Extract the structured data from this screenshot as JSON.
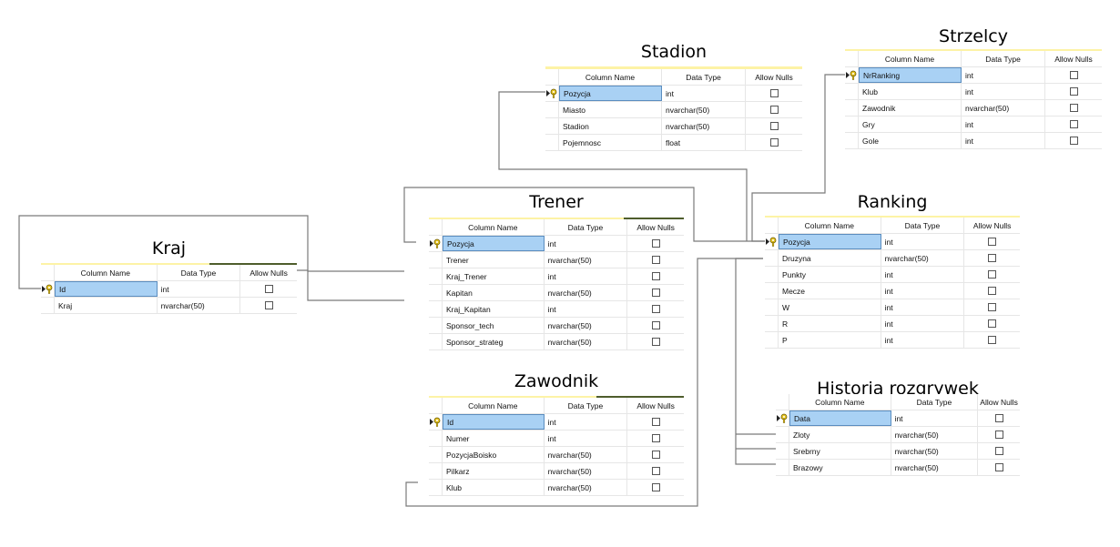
{
  "headers": {
    "column_name": "Column Name",
    "data_type": "Data Type",
    "allow_nulls": "Allow Nulls"
  },
  "tables": {
    "stadion": {
      "title": "Stadion",
      "rows": [
        {
          "name": "Pozycja",
          "type": "int",
          "pk": true
        },
        {
          "name": "Miasto",
          "type": "nvarchar(50)"
        },
        {
          "name": "Stadion",
          "type": "nvarchar(50)"
        },
        {
          "name": "Pojemnosc",
          "type": "float"
        }
      ]
    },
    "strzelcy": {
      "title": "Strzelcy",
      "rows": [
        {
          "name": "NrRanking",
          "type": "int",
          "pk": true
        },
        {
          "name": "Klub",
          "type": "int"
        },
        {
          "name": "Zawodnik",
          "type": "nvarchar(50)"
        },
        {
          "name": "Gry",
          "type": "int"
        },
        {
          "name": "Gole",
          "type": "int"
        }
      ]
    },
    "trener": {
      "title": "Trener",
      "rows": [
        {
          "name": "Pozycja",
          "type": "int",
          "pk": true
        },
        {
          "name": "Trener",
          "type": "nvarchar(50)"
        },
        {
          "name": "Kraj_Trener",
          "type": "int"
        },
        {
          "name": "Kapitan",
          "type": "nvarchar(50)"
        },
        {
          "name": "Kraj_Kapitan",
          "type": "int"
        },
        {
          "name": "Sponsor_tech",
          "type": "nvarchar(50)"
        },
        {
          "name": "Sponsor_strateg",
          "type": "nvarchar(50)"
        }
      ]
    },
    "kraj": {
      "title": "Kraj",
      "rows": [
        {
          "name": "Id",
          "type": "int",
          "pk": true
        },
        {
          "name": "Kraj",
          "type": "nvarchar(50)"
        }
      ]
    },
    "ranking": {
      "title": "Ranking",
      "rows": [
        {
          "name": "Pozycja",
          "type": "int",
          "pk": true
        },
        {
          "name": "Druzyna",
          "type": "nvarchar(50)"
        },
        {
          "name": "Punkty",
          "type": "int"
        },
        {
          "name": "Mecze",
          "type": "int"
        },
        {
          "name": "W",
          "type": "int"
        },
        {
          "name": "R",
          "type": "int"
        },
        {
          "name": "P",
          "type": "int"
        }
      ]
    },
    "zawodnik": {
      "title": "Zawodnik",
      "rows": [
        {
          "name": "Id",
          "type": "int",
          "pk": true
        },
        {
          "name": "Numer",
          "type": "int"
        },
        {
          "name": "PozycjaBoisko",
          "type": "nvarchar(50)"
        },
        {
          "name": "Pilkarz",
          "type": "nvarchar(50)"
        },
        {
          "name": "Klub",
          "type": "nvarchar(50)"
        }
      ]
    },
    "historia": {
      "title": "Historia rozgrywek",
      "rows": [
        {
          "name": "Data",
          "type": "int",
          "pk": true
        },
        {
          "name": "Zloty",
          "type": "nvarchar(50)"
        },
        {
          "name": "Srebrny",
          "type": "nvarchar(50)"
        },
        {
          "name": "Brazowy",
          "type": "nvarchar(50)"
        }
      ]
    }
  }
}
